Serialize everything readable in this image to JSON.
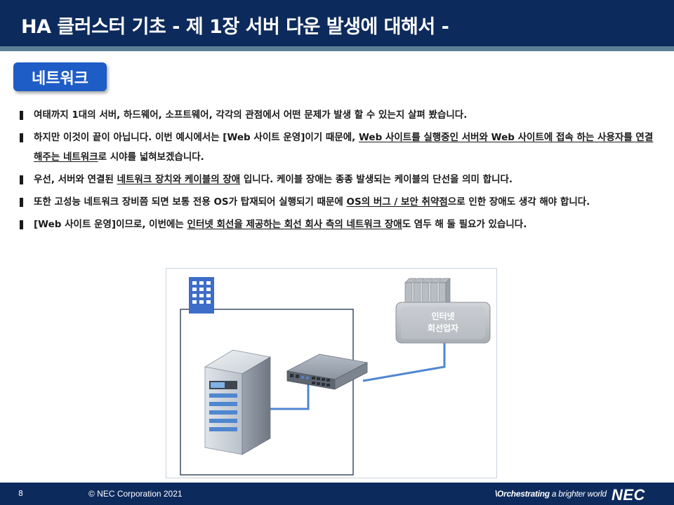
{
  "header": {
    "title": "HA 클러스터 기초   - 제 1장 서버 다운 발생에 대해서 -"
  },
  "section": {
    "title": "네트워크"
  },
  "bullets": [
    {
      "parts": [
        {
          "text": "여태까지 1대의 서버, 하드웨어, 소프트웨어, 각각의 관점에서 어떤 문제가 발생 할 수 있는지 살펴 봤습니다.",
          "u": false
        }
      ]
    },
    {
      "parts": [
        {
          "text": "하지만 이것이 끝이 아닙니다. 이번 예시에서는 [Web 사이트 운영]이기 때문에, ",
          "u": false
        },
        {
          "text": "Web 사이트를 실행중인 서버와 Web 사이트에 접속 하는 사용자를 연결 해주는 네트워크",
          "u": true
        },
        {
          "text": "로 시야를 넓혀보겠습니다.",
          "u": false
        }
      ]
    },
    {
      "parts": [
        {
          "text": "우선, 서버와 연결된 ",
          "u": false
        },
        {
          "text": "네트워크 장치와 케이블의 장애",
          "u": true
        },
        {
          "text": " 입니다. 케이블 장애는 종종 발생되는 케이블의 단선을 의미 합니다.",
          "u": false
        }
      ]
    },
    {
      "parts": [
        {
          "text": "또한 고성능 네트워크 장비쯤 되면 보통 전용 OS가 탑재되어 실행되기 때문에 ",
          "u": false
        },
        {
          "text": "OS의 버그 / 보안 취약점",
          "u": true
        },
        {
          "text": "으로 인한 장애도 생각 해야 합니다.",
          "u": false
        }
      ]
    },
    {
      "parts": [
        {
          "text": "[Web 사이트 운영]이므로, 이번에는 ",
          "u": false
        },
        {
          "text": "인터넷 회선을 제공하는 회선 회사 측의 네트워크 장애",
          "u": true
        },
        {
          "text": "도 염두 해 둘 필요가 있습니다.",
          "u": false
        }
      ]
    }
  ],
  "diagram": {
    "isp_label_line1": "인터넷",
    "isp_label_line2": "회선업자"
  },
  "footer": {
    "page_number": "8",
    "copyright": "© NEC Corporation 2021",
    "tagline_bold": "\\Orchestrating",
    "tagline_rest": " a brighter world",
    "logo": "NEC"
  }
}
